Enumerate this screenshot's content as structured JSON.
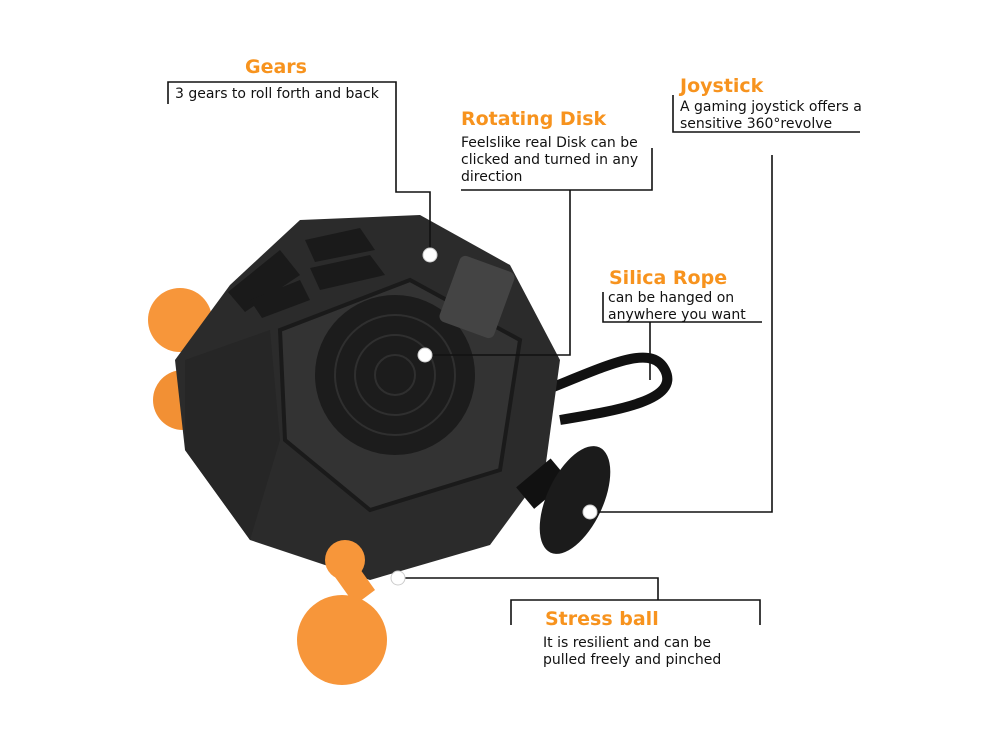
{
  "callouts": {
    "gears": {
      "title": "Gears",
      "desc": "3 gears to roll forth and back"
    },
    "rotating_disk": {
      "title": "Rotating Disk",
      "desc_lines": [
        "Feelslike real Disk can be",
        "clicked and turned in any",
        "direction"
      ]
    },
    "joystick": {
      "title": "Joystick",
      "desc_lines": [
        "A gaming joystick offers a",
        "sensitive 360°revolve"
      ]
    },
    "silica_rope": {
      "title": "Silica Rope",
      "desc_lines": [
        "can be hanged on",
        "anywhere you want"
      ]
    },
    "stress_ball": {
      "title": "Stress ball",
      "desc_lines": [
        "It is resilient and can be",
        "pulled freely and pinched"
      ]
    }
  },
  "colors": {
    "accent": "#f7931e",
    "cube": "#2a2a2a",
    "ball": "#f79a3e"
  }
}
